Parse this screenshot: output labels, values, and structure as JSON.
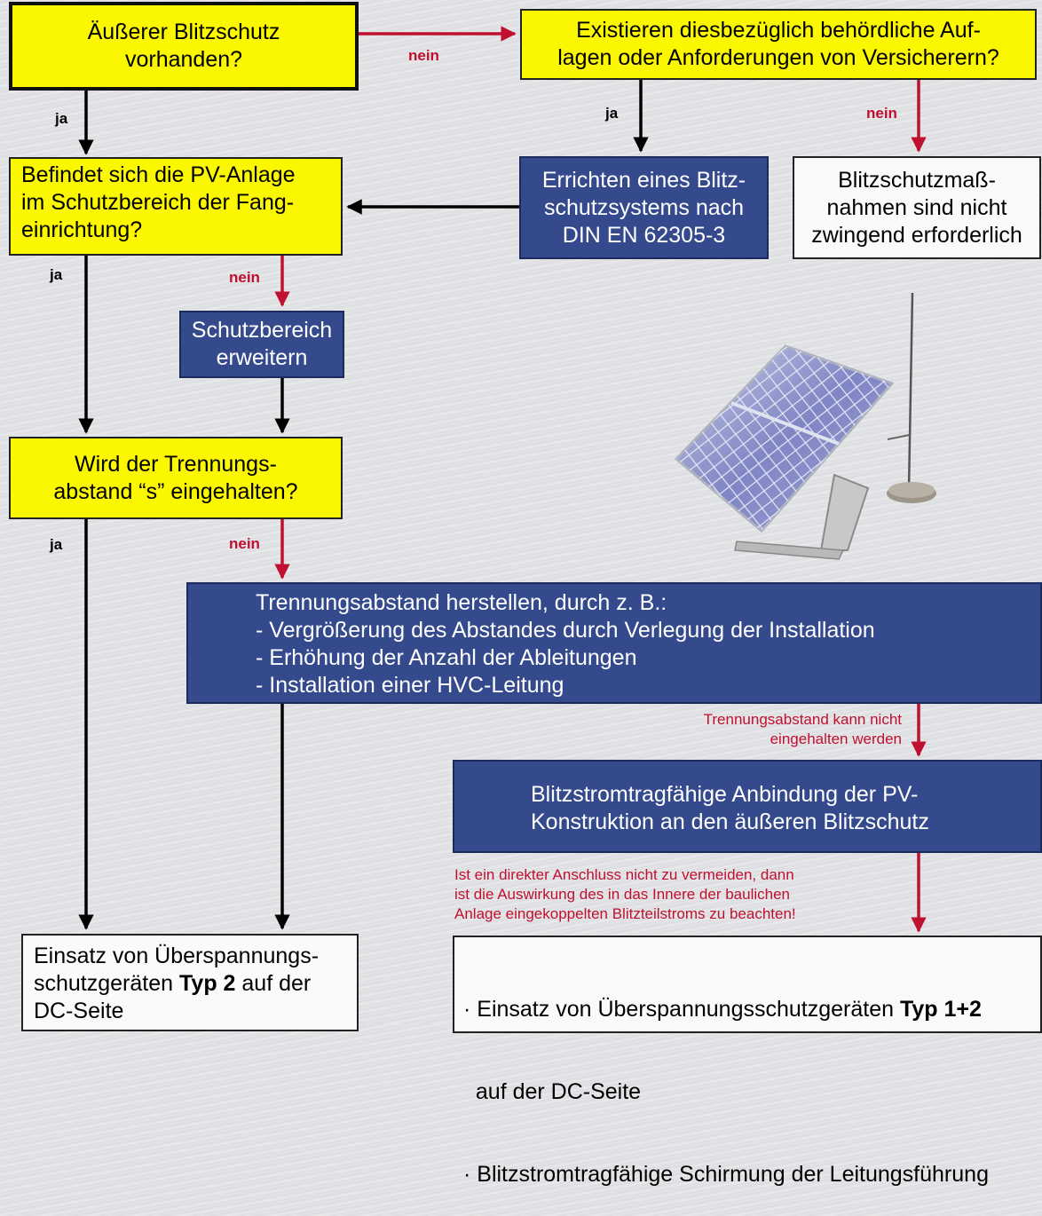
{
  "nodes": {
    "ext_lp": "Äußerer Blitzschutz\nvorhanden?",
    "authority": "Existieren diesbezüglich behördliche Auf-\nlagen oder Anforderungen von Versicherern?",
    "in_zone": "Befindet sich die PV-Anlage\nim Schutzbereich der Fang-\neinrichtung?",
    "build_lps": "Errichten eines Blitz-\nschutzsystems nach\nDIN EN 62305-3",
    "not_required": "Blitzschutzmaß-\nnahmen sind nicht\nzwingend erforderlich",
    "extend_zone": "Schutzbereich\nerweitern",
    "sep_dist": "Wird der Trennungs-\nabstand “s” eingehalten?",
    "make_sep": {
      "title": "Trennungsabstand herstellen, durch z. B.:",
      "items": [
        "- Vergrößerung des Abstandes durch Verlegung der Installation",
        "- Erhöhung der Anzahl der Ableitungen",
        "- Installation einer HVC-Leitung"
      ]
    },
    "bond": "Blitzstromtragfähige Anbindung der PV-\nKonstruktion an den äußeren Blitzschutz",
    "type2": {
      "line1": "Einsatz von Überspannungs-",
      "line2_pre": "schutzgeräten ",
      "line2_bold": "Typ 2",
      "line2_post": " auf der",
      "line3": "DC-Seite"
    },
    "type12": {
      "line1_pre": "· Einsatz von Überspannungsschutzgeräten ",
      "line1_bold": "Typ 1+2",
      "line2": "  auf der DC-Seite",
      "line3": "· Blitzstromtragfähige Schirmung der Leitungsführung"
    }
  },
  "labels": {
    "yes": "ja",
    "no": "nein"
  },
  "notes": {
    "sep_fail": "Trennungsabstand kann nicht\neingehalten werden",
    "direct": "Ist ein direkter Anschluss nicht zu vermeiden, dann\nist die Auswirkung des in das Innere der baulichen\nAnlage eingekoppelten Blitzteilstroms zu beachten!"
  },
  "colors": {
    "decision": "#fbf700",
    "action": "#344a8d",
    "arrow_yes": "#000000",
    "arrow_no": "#c0102f"
  }
}
